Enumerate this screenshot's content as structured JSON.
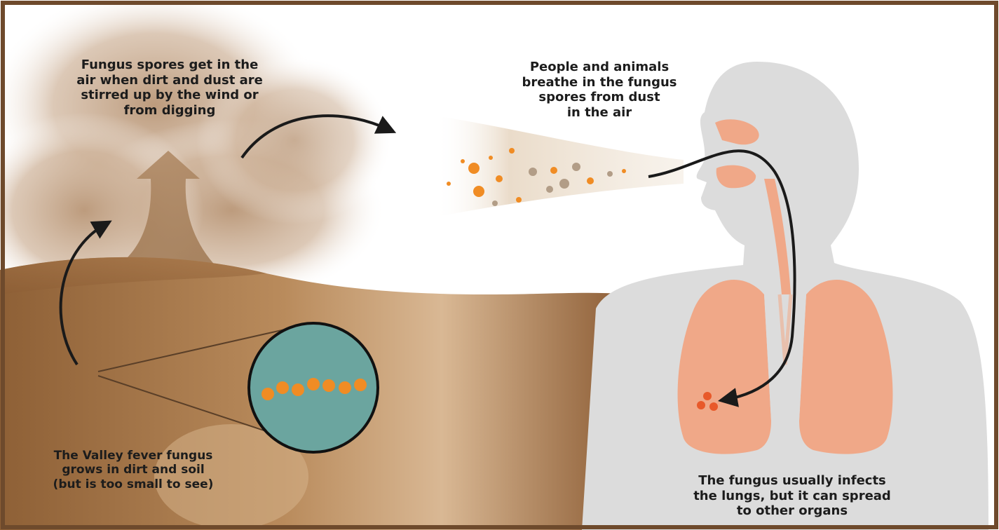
{
  "captions": {
    "spores_in_air": "Fungus spores get in the\nair when dirt and dust are\nstirred up by the wind or\nfrom digging",
    "breathe_in": "People and animals\nbreathe in the fungus\nspores from dust\nin the air",
    "grows_in_soil": "The Valley fever fungus\ngrows in dirt and soil\n(but is too small to see)",
    "infects_lungs": "The fungus usually infects\nthe lungs, but it can spread\nto other organs"
  },
  "colors": {
    "frame": "#6e4a2c",
    "soil_dark": "#8f6238",
    "soil_light": "#c79a6c",
    "dust_cloud": "#c9ab8b",
    "magnifier": "#6ba59f",
    "spore": "#f08c24",
    "body": "#dcdcdc",
    "lungs": "#f0a888",
    "arrow": "#1a1a1a"
  },
  "icons": {
    "magnifier": "magnifier-circle-icon",
    "person": "person-silhouette-icon",
    "lungs": "lungs-icon"
  }
}
